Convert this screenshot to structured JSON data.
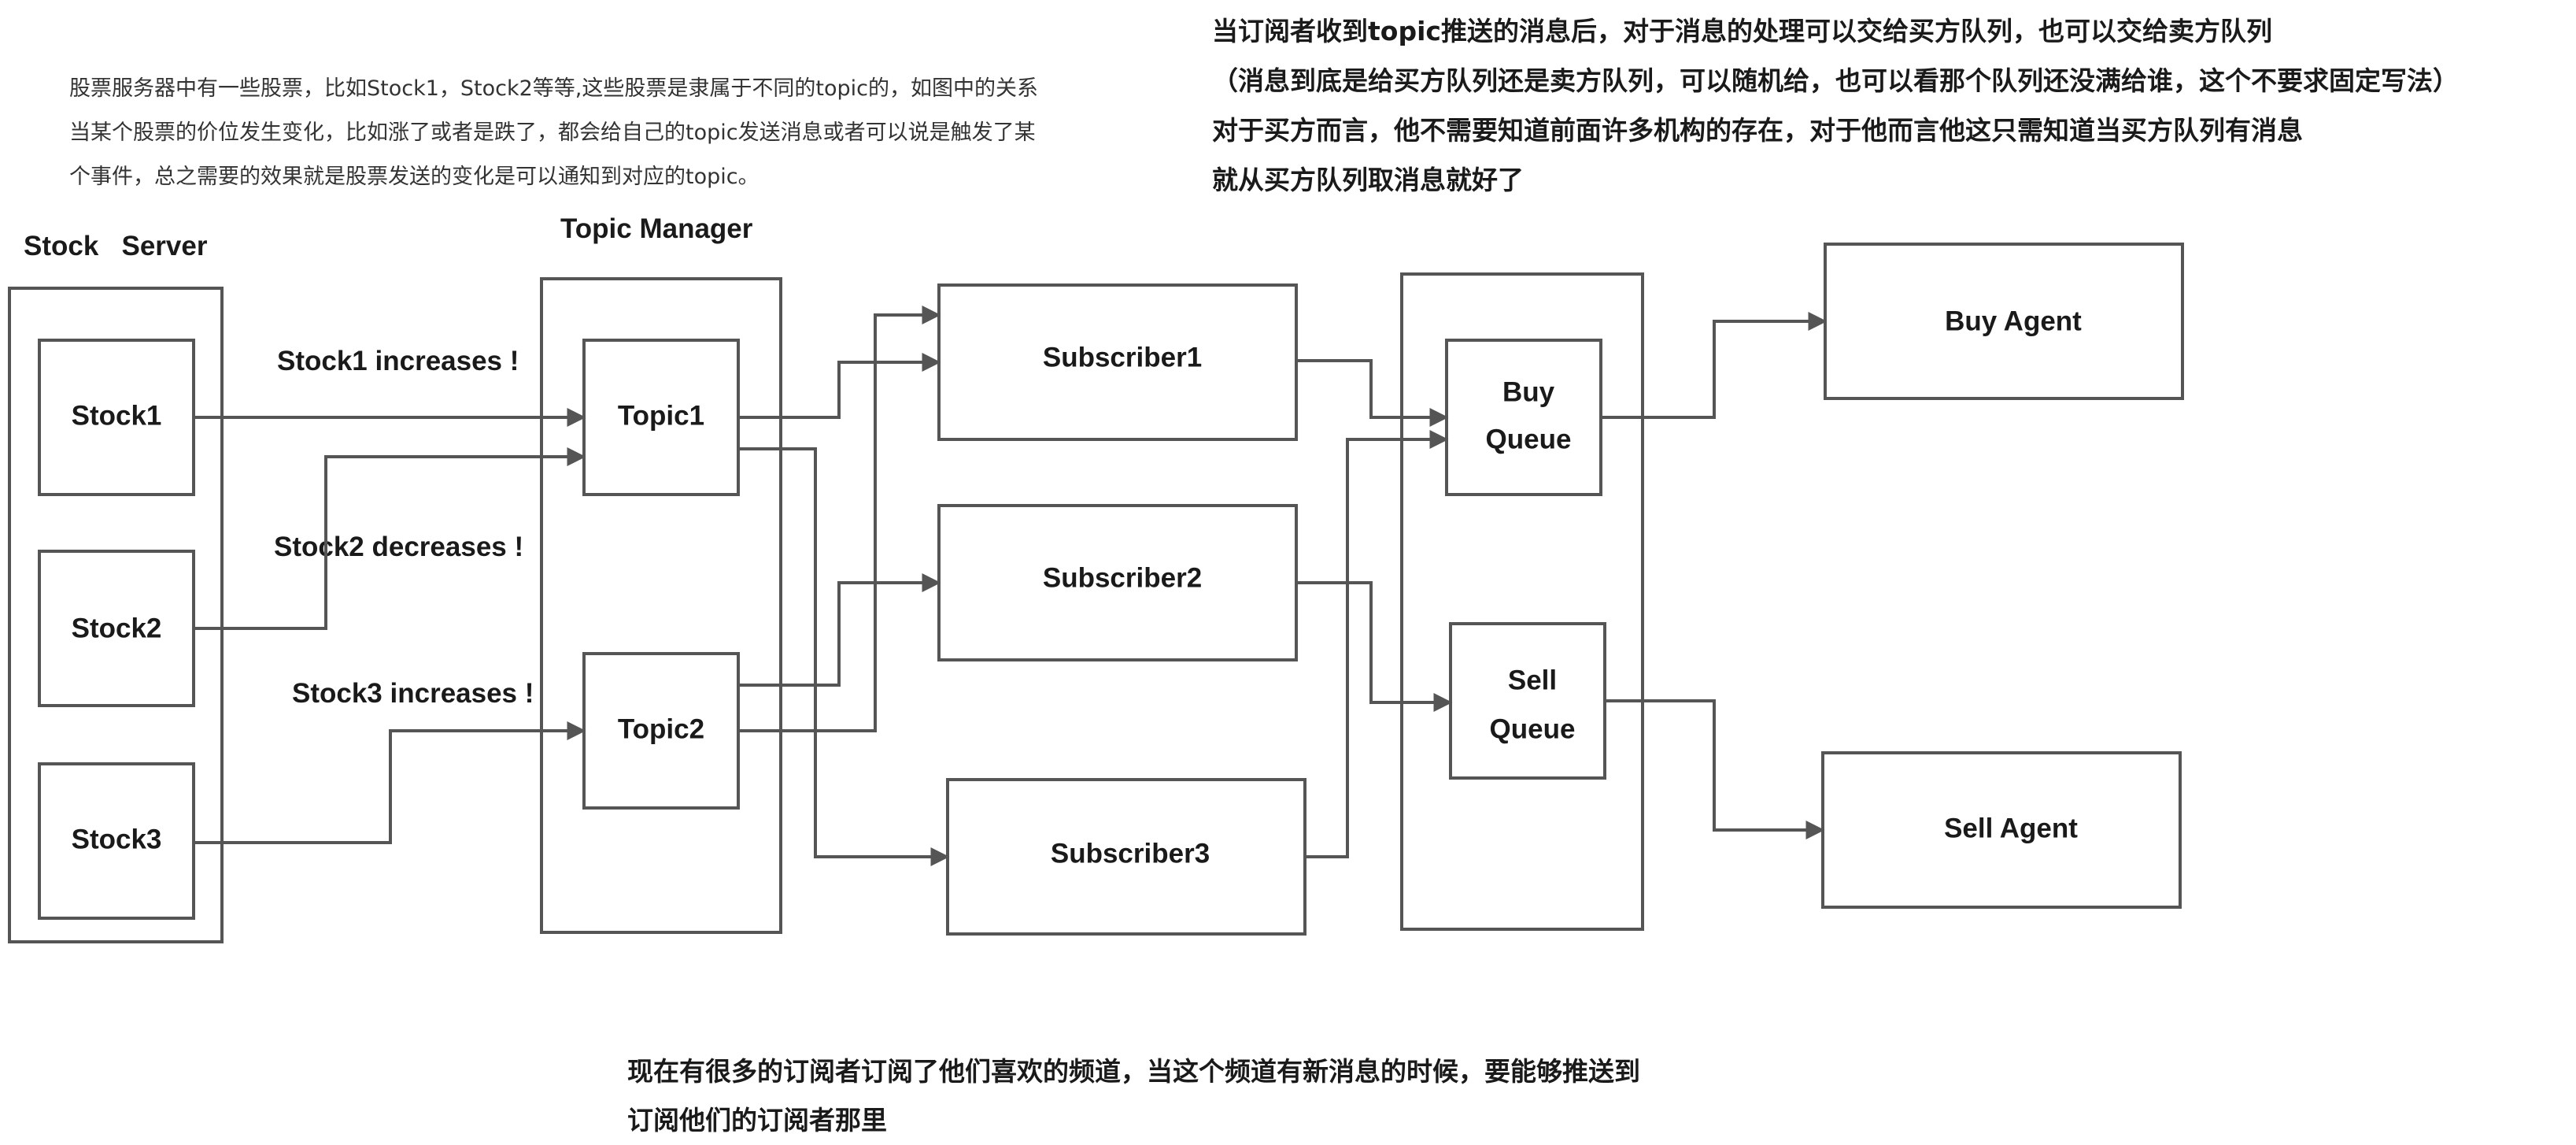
{
  "notes": {
    "left": [
      "股票服务器中有一些股票，比如Stock1，Stock2等等,这些股票是隶属于不同的topic的，如图中的关系",
      "当某个股票的价位发生变化，比如涨了或者是跌了，都会给自己的topic发送消息或者可以说是触发了某",
      "个事件，总之需要的效果就是股票发送的变化是可以通知到对应的topic。"
    ],
    "top": [
      "当订阅者收到topic推送的消息后，对于消息的处理可以交给买方队列，也可以交给卖方队列",
      "（消息到底是给买方队列还是卖方队列，可以随机给，也可以看那个队列还没满给谁，这个不要求固定写法）",
      "对于买方而言，他不需要知道前面许多机构的存在，对于他而言他这只需知道当买方队列有消息",
      "就从买方队列取消息就好了"
    ],
    "bottom": [
      "现在有很多的订阅者订阅了他们喜欢的频道，当这个频道有新消息的时候，要能够推送到",
      "订阅他们的订阅者那里"
    ]
  },
  "groups": {
    "stock_server": "Stock   Server",
    "topic_manager": "Topic Manager"
  },
  "nodes": {
    "stock1": "Stock1",
    "stock2": "Stock2",
    "stock3": "Stock3",
    "topic1": "Topic1",
    "topic2": "Topic2",
    "subscriber1": "Subscriber1",
    "subscriber2": "Subscriber2",
    "subscriber3": "Subscriber3",
    "buy_queue": [
      "Buy",
      "Queue"
    ],
    "sell_queue": [
      "Sell",
      "Queue"
    ],
    "buy_agent": "Buy Agent",
    "sell_agent": "Sell Agent"
  },
  "edge_labels": {
    "stock1_to_topic1": "Stock1 increases !",
    "stock2_to_topic1": "Stock2 decreases !",
    "stock3_to_topic2": "Stock3 increases !"
  }
}
